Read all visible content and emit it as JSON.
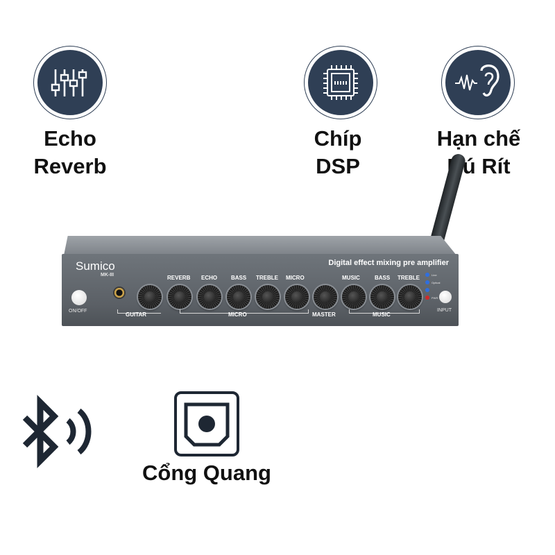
{
  "features": [
    {
      "id": "echo-reverb",
      "icon": "equalizer-sliders-icon",
      "label_lines": [
        "Echo",
        "Reverb"
      ]
    },
    {
      "id": "dsp",
      "icon": "dsp-chip-icon",
      "label_lines": [
        "Chíp",
        "DSP"
      ]
    },
    {
      "id": "anti-feedback",
      "icon": "ear-soundwave-icon",
      "label_lines": [
        "Hạn chế",
        "Hú Rít"
      ]
    }
  ],
  "device": {
    "brand": "Sumico",
    "model": "MK-III",
    "title": "Digital effect mixing pre amplifier",
    "power_label": "ON/OFF",
    "input_label": "INPUT",
    "knob_labels": [
      "REVERB",
      "ECHO",
      "BASS",
      "TREBLE",
      "MICRO",
      "MUSIC",
      "BASS",
      "TREBLE"
    ],
    "group_labels": {
      "guitar": "GUITAR",
      "micro": "MICRO",
      "master": "MASTER",
      "music": "MUSIC"
    },
    "led_labels": [
      "Line",
      "Optical",
      "",
      "PWR"
    ]
  },
  "bottom": {
    "bluetooth_icon": "bluetooth-icon",
    "optical_icon": "optical-port-icon",
    "optical_label": "Cổng Quang"
  },
  "colors": {
    "icon_circle": "#2f3f55",
    "device_body": "#5b6066",
    "text": "#111111"
  }
}
